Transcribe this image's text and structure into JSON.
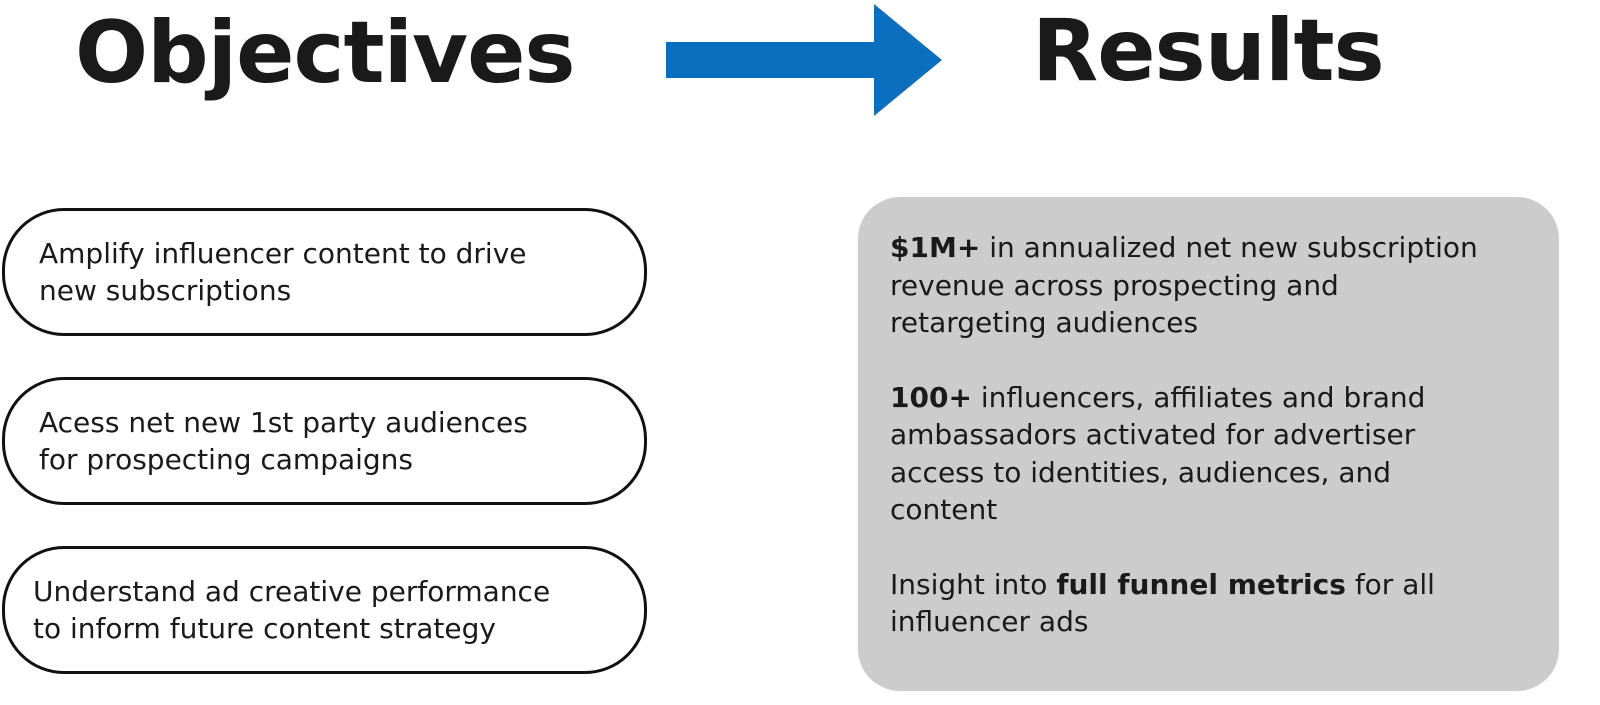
{
  "headings": {
    "objectives": "Objectives",
    "results": "Results"
  },
  "arrow": {
    "icon": "right-arrow-icon",
    "color": "#0a6fbe"
  },
  "objectives": [
    {
      "text": "Amplify influencer content to drive\nnew subscriptions"
    },
    {
      "text": "Acess net new 1st party audiences\nfor prospecting campaigns"
    },
    {
      "text": "Understand ad creative performance\nto inform future content strategy"
    }
  ],
  "results": [
    {
      "bold": "$1M+",
      "text": " in annualized net new subscription\nrevenue across prospecting and\n retargeting audiences"
    },
    {
      "bold": "100+",
      "text": " influencers, affiliates and brand\nambassadors activated for advertiser\naccess to identities, audiences, and\ncontent"
    },
    {
      "prefix": "Insight into ",
      "bold": "full funnel metrics",
      "text": " for all\ninfluencer ads"
    }
  ],
  "colors": {
    "results_panel": "#cccccc",
    "box_border": "#111111",
    "text": "#1a1a1a"
  }
}
